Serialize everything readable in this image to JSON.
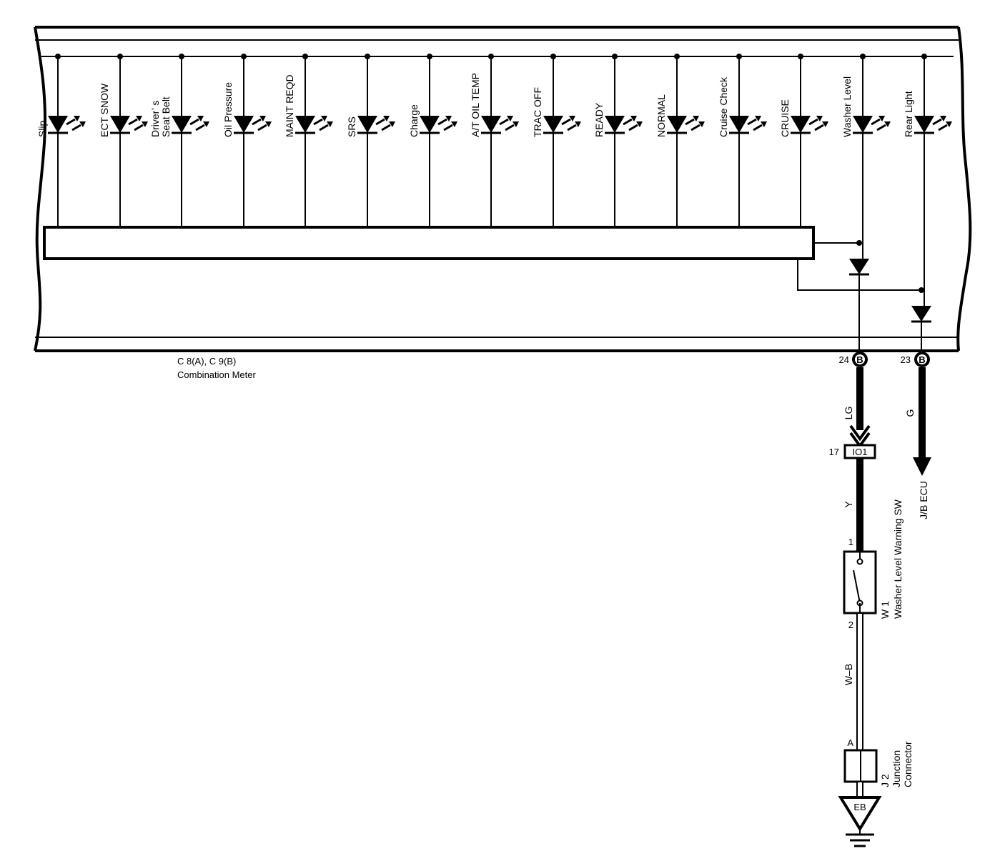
{
  "meter": {
    "connector_label": "C 8(A), C 9(B)",
    "name": "Combination Meter",
    "lamps": [
      {
        "label": [
          "Slip"
        ]
      },
      {
        "label": [
          "ECT SNOW"
        ]
      },
      {
        "label": [
          "Driver’ s",
          "Seat Belt"
        ]
      },
      {
        "label": [
          "Oil Pressure"
        ]
      },
      {
        "label": [
          "MAINT REQD"
        ]
      },
      {
        "label": [
          "SRS"
        ]
      },
      {
        "label": [
          "Charge"
        ]
      },
      {
        "label": [
          "A/T OIL TEMP"
        ]
      },
      {
        "label": [
          "TRAC OFF"
        ]
      },
      {
        "label": [
          "READY"
        ]
      },
      {
        "label": [
          "NORMAL"
        ]
      },
      {
        "label": [
          "Cruise Check"
        ]
      },
      {
        "label": [
          "CRUISE"
        ]
      },
      {
        "label": [
          "Washer Level"
        ]
      },
      {
        "label": [
          "Rear Light"
        ]
      }
    ]
  },
  "pins": {
    "washer_pin": "24",
    "washer_connector": "B",
    "rear_pin": "23",
    "rear_connector": "B"
  },
  "wires": {
    "lg": "LG",
    "g": "G",
    "y": "Y",
    "wb": "W–B"
  },
  "junction_io1": {
    "pin": "17",
    "label": "IO1"
  },
  "jb_ecu": "J/B ECU",
  "switch": {
    "pin_top": "1",
    "pin_bottom": "2",
    "code": "W 1",
    "name": "Washer Level Warning SW"
  },
  "junction_connector": {
    "pin": "A",
    "code": "J 2",
    "name_line1": "Junction",
    "name_line2": "Connector"
  },
  "ground": {
    "label": "EB"
  }
}
